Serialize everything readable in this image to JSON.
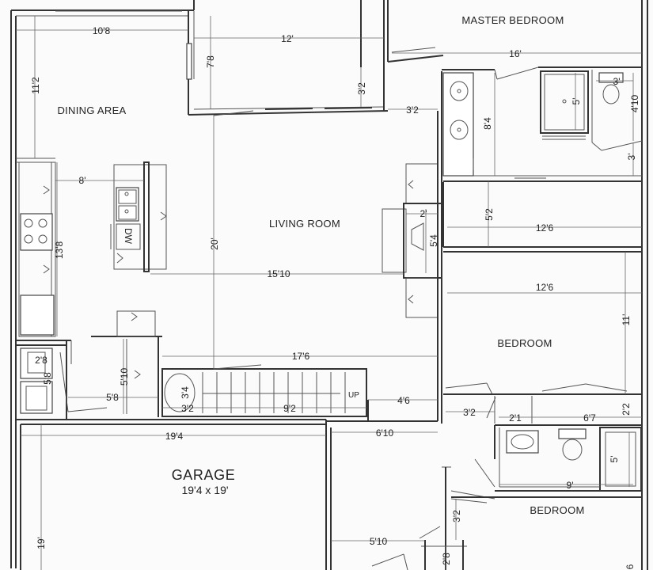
{
  "rooms": {
    "master_bedroom": "MASTER BEDROOM",
    "dining_area": "DINING AREA",
    "living_room": "LIVING ROOM",
    "bedroom_1": "BEDROOM",
    "bedroom_2": "BEDROOM",
    "garage": "GARAGE",
    "garage_size": "19'4 x 19'"
  },
  "labels": {
    "dishwasher": "DW",
    "stairs_up": "UP"
  },
  "dims": {
    "d_10_8": "10'8",
    "d_12": "12'",
    "d_16": "16'",
    "d_11_2": "11'2",
    "d_7_8": "7'8",
    "d_3_2_a": "3'2",
    "d_3_2_b": "3'2",
    "d_8_4": "8'4",
    "d_5": "5'",
    "d_3_a": "3'",
    "d_4_10": "4'10",
    "d_3_b": "3'",
    "d_8": "8'",
    "d_2": "2'",
    "d_5_2": "5'2",
    "d_12_6_a": "12'6",
    "d_13_8": "13'8",
    "d_20": "20'",
    "d_5_4": "5'4",
    "d_15_10": "15'10",
    "d_12_6_b": "12'6",
    "d_11": "11'",
    "d_17_6": "17'6",
    "d_2_8_a": "2'8",
    "d_5_8_a": "5'8",
    "d_5_10_a": "5'10",
    "d_3_4": "3'4",
    "d_5_8_b": "5'8",
    "d_3_2_c": "3'2",
    "d_9_2": "9'2",
    "d_4_6": "4'6",
    "d_3_2_d": "3'2",
    "d_2_1": "2'1",
    "d_6_7": "6'7",
    "d_2_2": "2'2",
    "d_19_4": "19'4",
    "d_6_10": "6'10",
    "d_5_b": "5'",
    "d_9": "9'",
    "d_3_2_e": "3'2",
    "d_19": "19'",
    "d_5_10_b": "5'10",
    "d_2_8_b": "2'8",
    "d_6": "6"
  }
}
